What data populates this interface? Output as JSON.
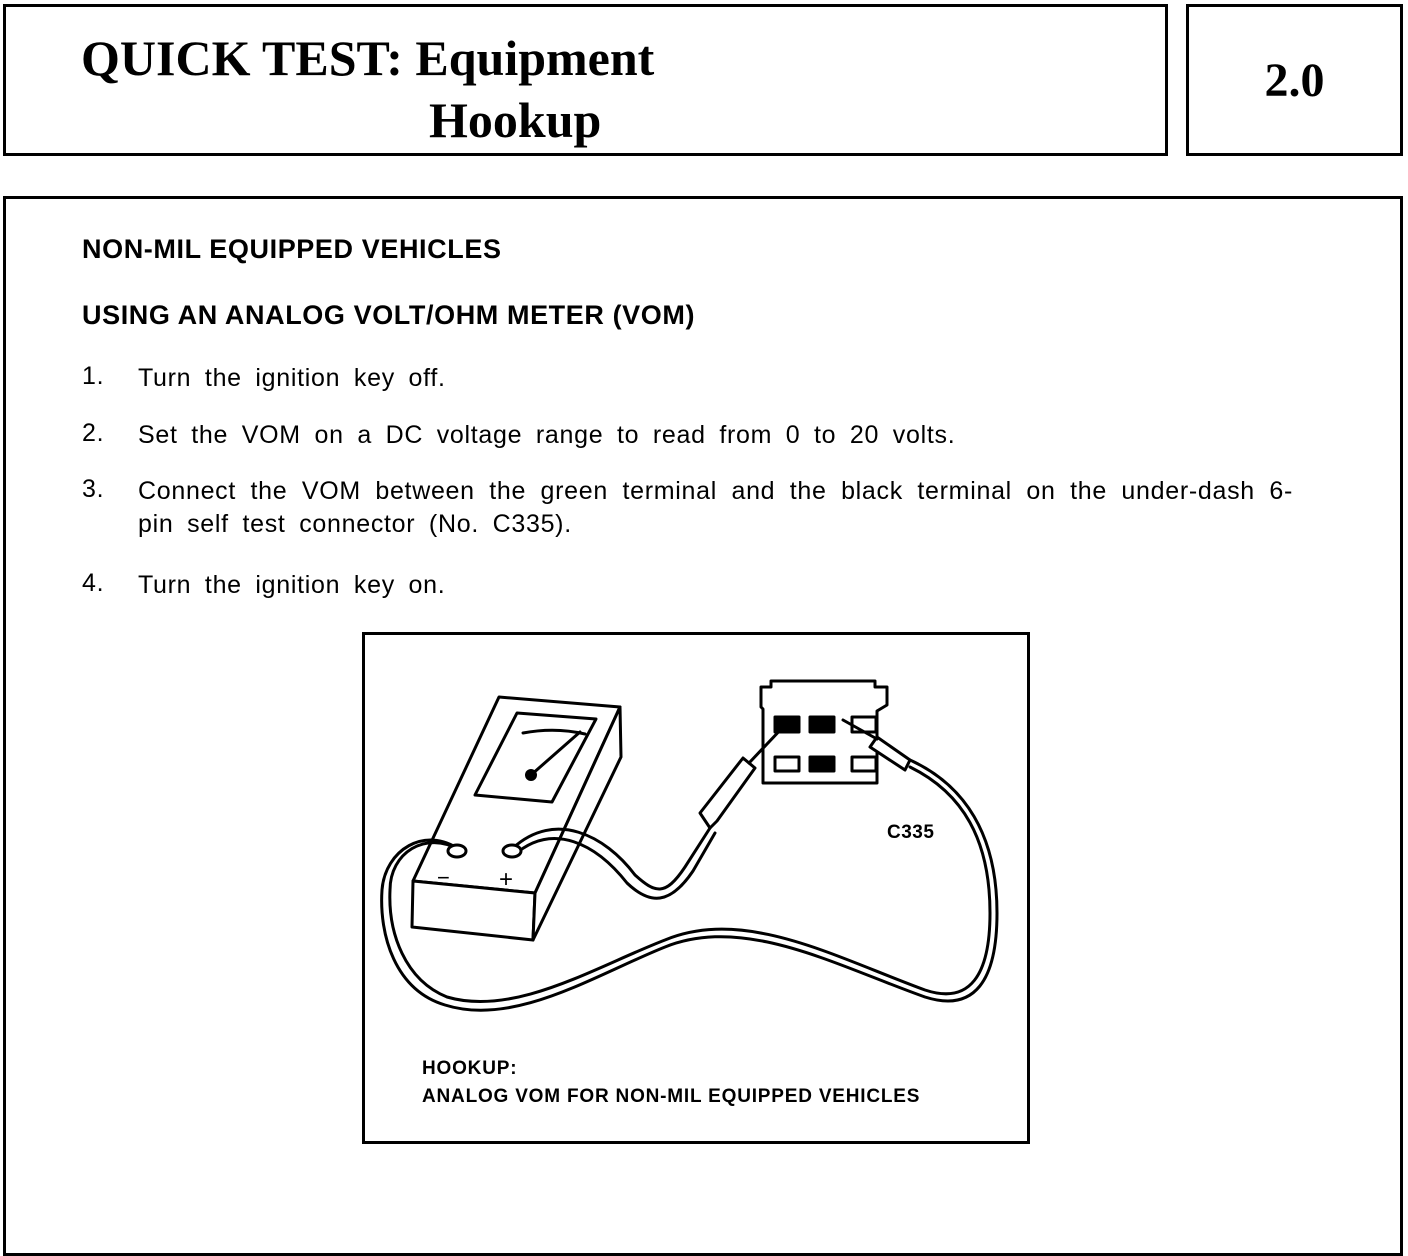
{
  "header": {
    "title_line1": "QUICK TEST: Equipment",
    "title_line2": "Hookup",
    "section_number": "2.0"
  },
  "content": {
    "heading1": "NON-MIL EQUIPPED VEHICLES",
    "heading2": "USING AN ANALOG VOLT/OHM METER (VOM)",
    "steps": [
      {
        "num": "1.",
        "text": "Turn the ignition key off."
      },
      {
        "num": "2.",
        "text": "Set the VOM on a DC voltage range to read from 0 to 20 volts."
      },
      {
        "num": "3.",
        "text": "Connect the VOM between the green terminal and the black terminal on the under-dash 6-pin self test connector (No. C335)."
      },
      {
        "num": "4.",
        "text": "Turn the ignition key on."
      }
    ]
  },
  "figure": {
    "connector_label": "C335",
    "meter_minus": "−",
    "meter_plus": "+",
    "caption_line1": "HOOKUP:",
    "caption_line2": "ANALOG VOM FOR NON-MIL EQUIPPED VEHICLES"
  }
}
